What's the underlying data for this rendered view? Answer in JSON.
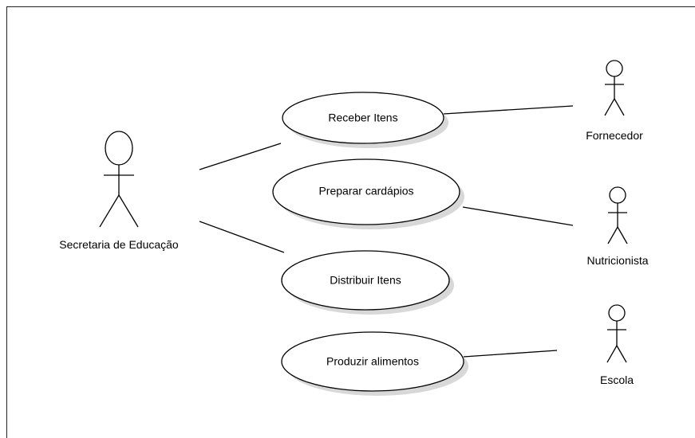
{
  "actors": {
    "secretaria": "Secretaria de Educação",
    "fornecedor": "Fornecedor",
    "nutricionista": "Nutricionista",
    "escola": "Escola"
  },
  "use_cases": {
    "receber": "Receber Itens",
    "preparar": "Preparar cardápios",
    "distribuir": "Distribuir Itens",
    "produzir": "Produzir alimentos"
  }
}
